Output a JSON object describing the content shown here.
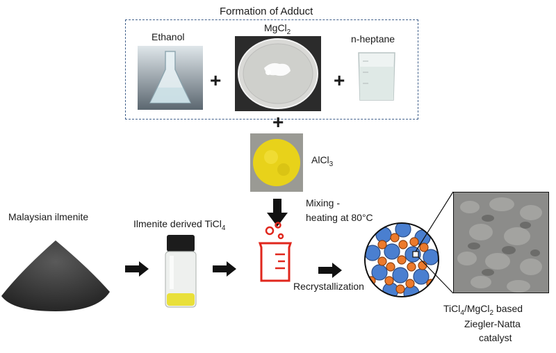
{
  "diagram": {
    "adduct_title": "Formation of Adduct",
    "ethanol_label": "Ethanol",
    "mgcl2_label_main": "MgCl",
    "mgcl2_label_sub": "2",
    "heptane_label": "n-heptane",
    "plus_symbol": "+",
    "alcl3_label_main": "AlCl",
    "alcl3_label_sub": "3",
    "ilmenite_label": "Malaysian ilmenite",
    "ticl4_label_main": "Ilmenite derived TiCl",
    "ticl4_label_sub": "4",
    "mixing_line1": "Mixing -",
    "mixing_line2": "heating at 80°C",
    "recryst_label": "Recrystallization",
    "catalyst_line1_a": "TiCl",
    "catalyst_line1_sub1": "4",
    "catalyst_line1_b": "/MgCl",
    "catalyst_line1_sub2": "2",
    "catalyst_line1_c": " based",
    "catalyst_line2": "Ziegler-Natta",
    "catalyst_line3": "catalyst"
  },
  "colors": {
    "beaker_red": "#e0271d",
    "particle_blue": "#4a7fd0",
    "particle_orange": "#ec7a2c",
    "alcl3_yellow": "#e8d21a",
    "dashed_border": "#3f5f8a"
  }
}
